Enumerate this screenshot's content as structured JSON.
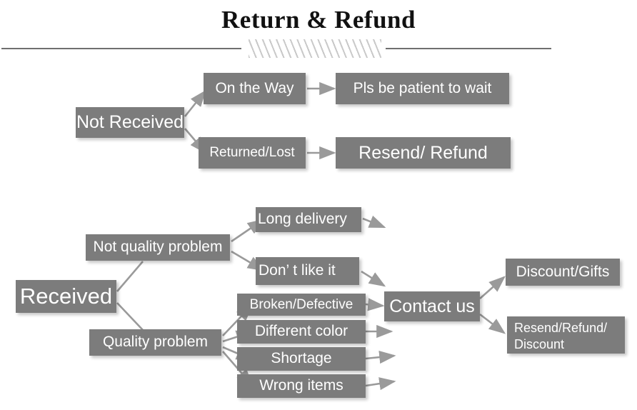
{
  "header": {
    "title": "Return & Refund",
    "divider_icon": "diagonal-hatch-divider"
  },
  "theme": {
    "node_fill": "#7c7c7c",
    "node_text": "#ffffff",
    "connector": "#9a9a9a",
    "rule": "#6f6f6f",
    "background": "#ffffff"
  },
  "flow": {
    "nodes": [
      {
        "id": "not-received",
        "label": "Not Received"
      },
      {
        "id": "on-the-way",
        "label": "On the Way"
      },
      {
        "id": "pls-be-patient",
        "label": "Pls be patient to wait"
      },
      {
        "id": "returned-lost",
        "label": "Returned/Lost"
      },
      {
        "id": "resend-refund",
        "label": "Resend/ Refund"
      },
      {
        "id": "received",
        "label": "Received"
      },
      {
        "id": "not-quality-problem",
        "label": "Not quality problem"
      },
      {
        "id": "quality-problem",
        "label": "Quality problem"
      },
      {
        "id": "long-delivery",
        "label": "Long delivery"
      },
      {
        "id": "dont-like-it",
        "label": "Don’ t like it"
      },
      {
        "id": "broken-defective",
        "label": "Broken/Defective"
      },
      {
        "id": "different-color",
        "label": "Different color"
      },
      {
        "id": "shortage",
        "label": "Shortage"
      },
      {
        "id": "wrong-items",
        "label": "Wrong items"
      },
      {
        "id": "contact-us",
        "label": "Contact us"
      },
      {
        "id": "discount-gifts",
        "label": "Discount/Gifts"
      },
      {
        "id": "resend-refund-discount",
        "label": "Resend/Refund/ Discount"
      }
    ]
  }
}
